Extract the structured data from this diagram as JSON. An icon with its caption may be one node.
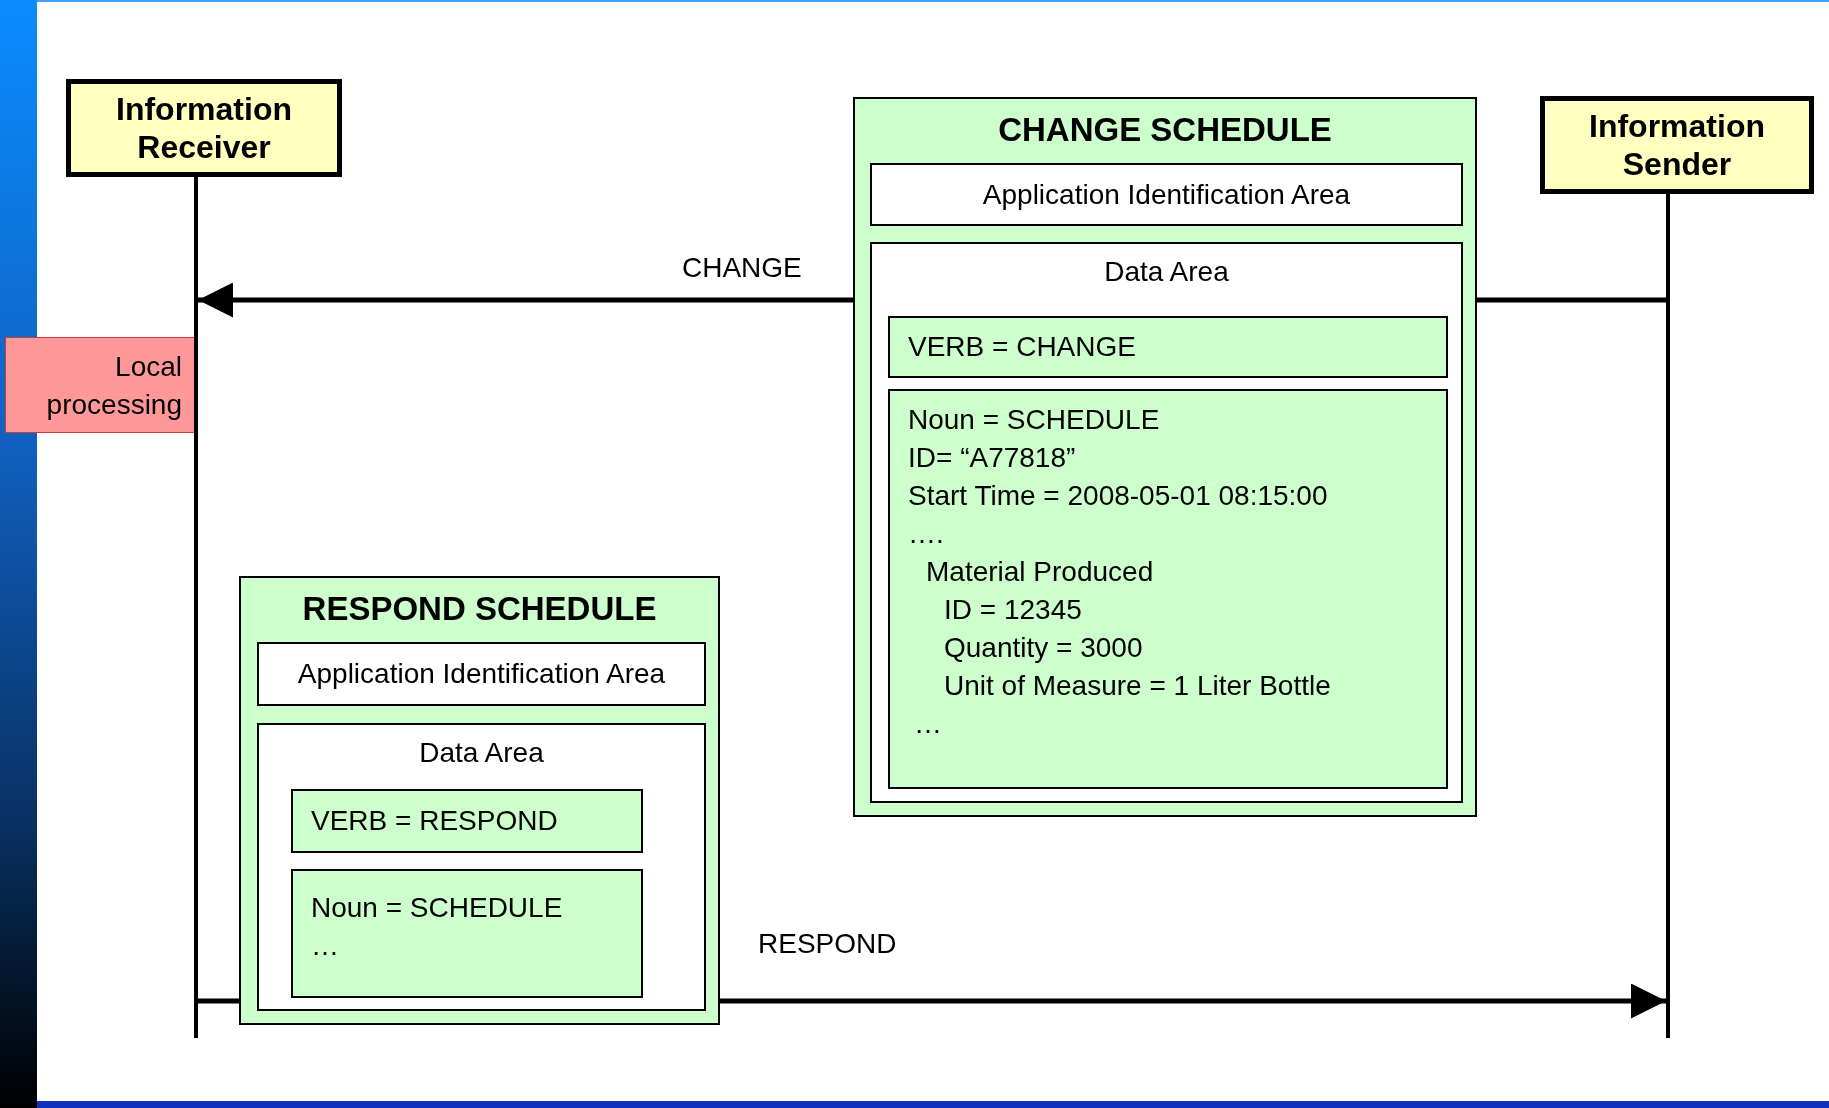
{
  "diagram": {
    "nodes": [
      {
        "text": [
          "Information Receiver"
        ]
      },
      {
        "text": [
          "CHANGE SCHEDULE"
        ]
      },
      {
        "text": [
          "Application Identification Area"
        ],
        "in": 1
      },
      {
        "text": [
          "Data Area"
        ],
        "in": 1
      },
      {
        "text": [
          "VERB = CHANGE"
        ],
        "in": 3
      },
      {
        "text": [
          "Noun = SCHEDULE",
          "ID= “A77818”",
          "Start Time = 2008-05-01 08:15:00",
          "….",
          "Material Produced",
          "ID = 12345",
          "Quantity = 3000",
          "Unit of Measure = 1 Liter Bottle",
          "…"
        ],
        "in": 3
      },
      {
        "text": [
          "Information Sender"
        ]
      },
      {
        "text": [
          "Local processing"
        ]
      },
      {
        "text": [
          "RESPOND SCHEDULE"
        ]
      },
      {
        "text": [
          "Application Identification Area"
        ],
        "in": 8
      },
      {
        "text": [
          "Data Area"
        ],
        "in": 8
      },
      {
        "text": [
          "VERB = RESPOND"
        ],
        "in": 10
      },
      {
        "text": [
          "Noun = SCHEDULE",
          "…"
        ],
        "in": 10
      },
      {
        "text": [],
        "shape": "bar"
      },
      {
        "text": [],
        "shape": "bar"
      }
    ],
    "edges": [
      {
        "from": 14,
        "to": 13,
        "arrow": "to",
        "label": "CHANGE"
      },
      {
        "from": 13,
        "to": 14,
        "arrow": "to",
        "label": "RESPOND"
      }
    ]
  }
}
